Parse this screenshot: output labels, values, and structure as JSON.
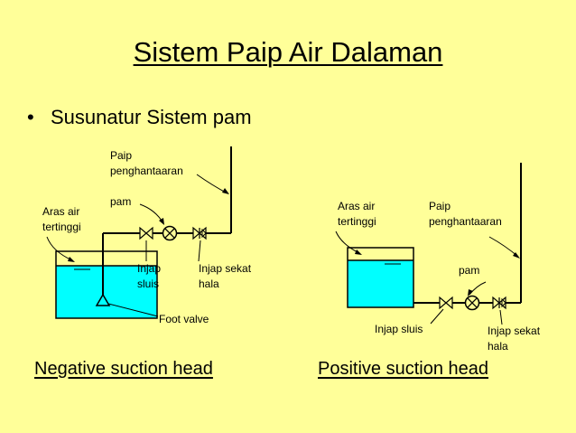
{
  "slide": {
    "title": "Sistem Paip Air Dalaman",
    "bullet": "Susunatur Sistem pam",
    "bullet_marker": "•"
  },
  "left_diagram": {
    "paip_label_line1": "Paip",
    "paip_label_line2": "penghantaaran",
    "pam_label": "pam",
    "aras_label_line1": "Aras air",
    "aras_label_line2": "tertinggi",
    "injap_sluis_line1": "Injap",
    "injap_sluis_line2": "sluis",
    "injap_sekat_line1": "Injap sekat",
    "injap_sekat_line2": "hala",
    "foot_valve_label": "Foot valve",
    "caption": "Negative suction head"
  },
  "right_diagram": {
    "aras_label_line1": "Aras air",
    "aras_label_line2": "tertinggi",
    "paip_label_line1": "Paip",
    "paip_label_line2": "penghantaaran",
    "pam_label": "pam",
    "injap_sluis_label": "Injap sluis",
    "injap_sekat_line1": "Injap sekat",
    "injap_sekat_line2": "hala",
    "caption": "Positive suction head"
  },
  "colors": {
    "background": "#ffff99",
    "water": "#00ffff",
    "line": "#000000"
  }
}
